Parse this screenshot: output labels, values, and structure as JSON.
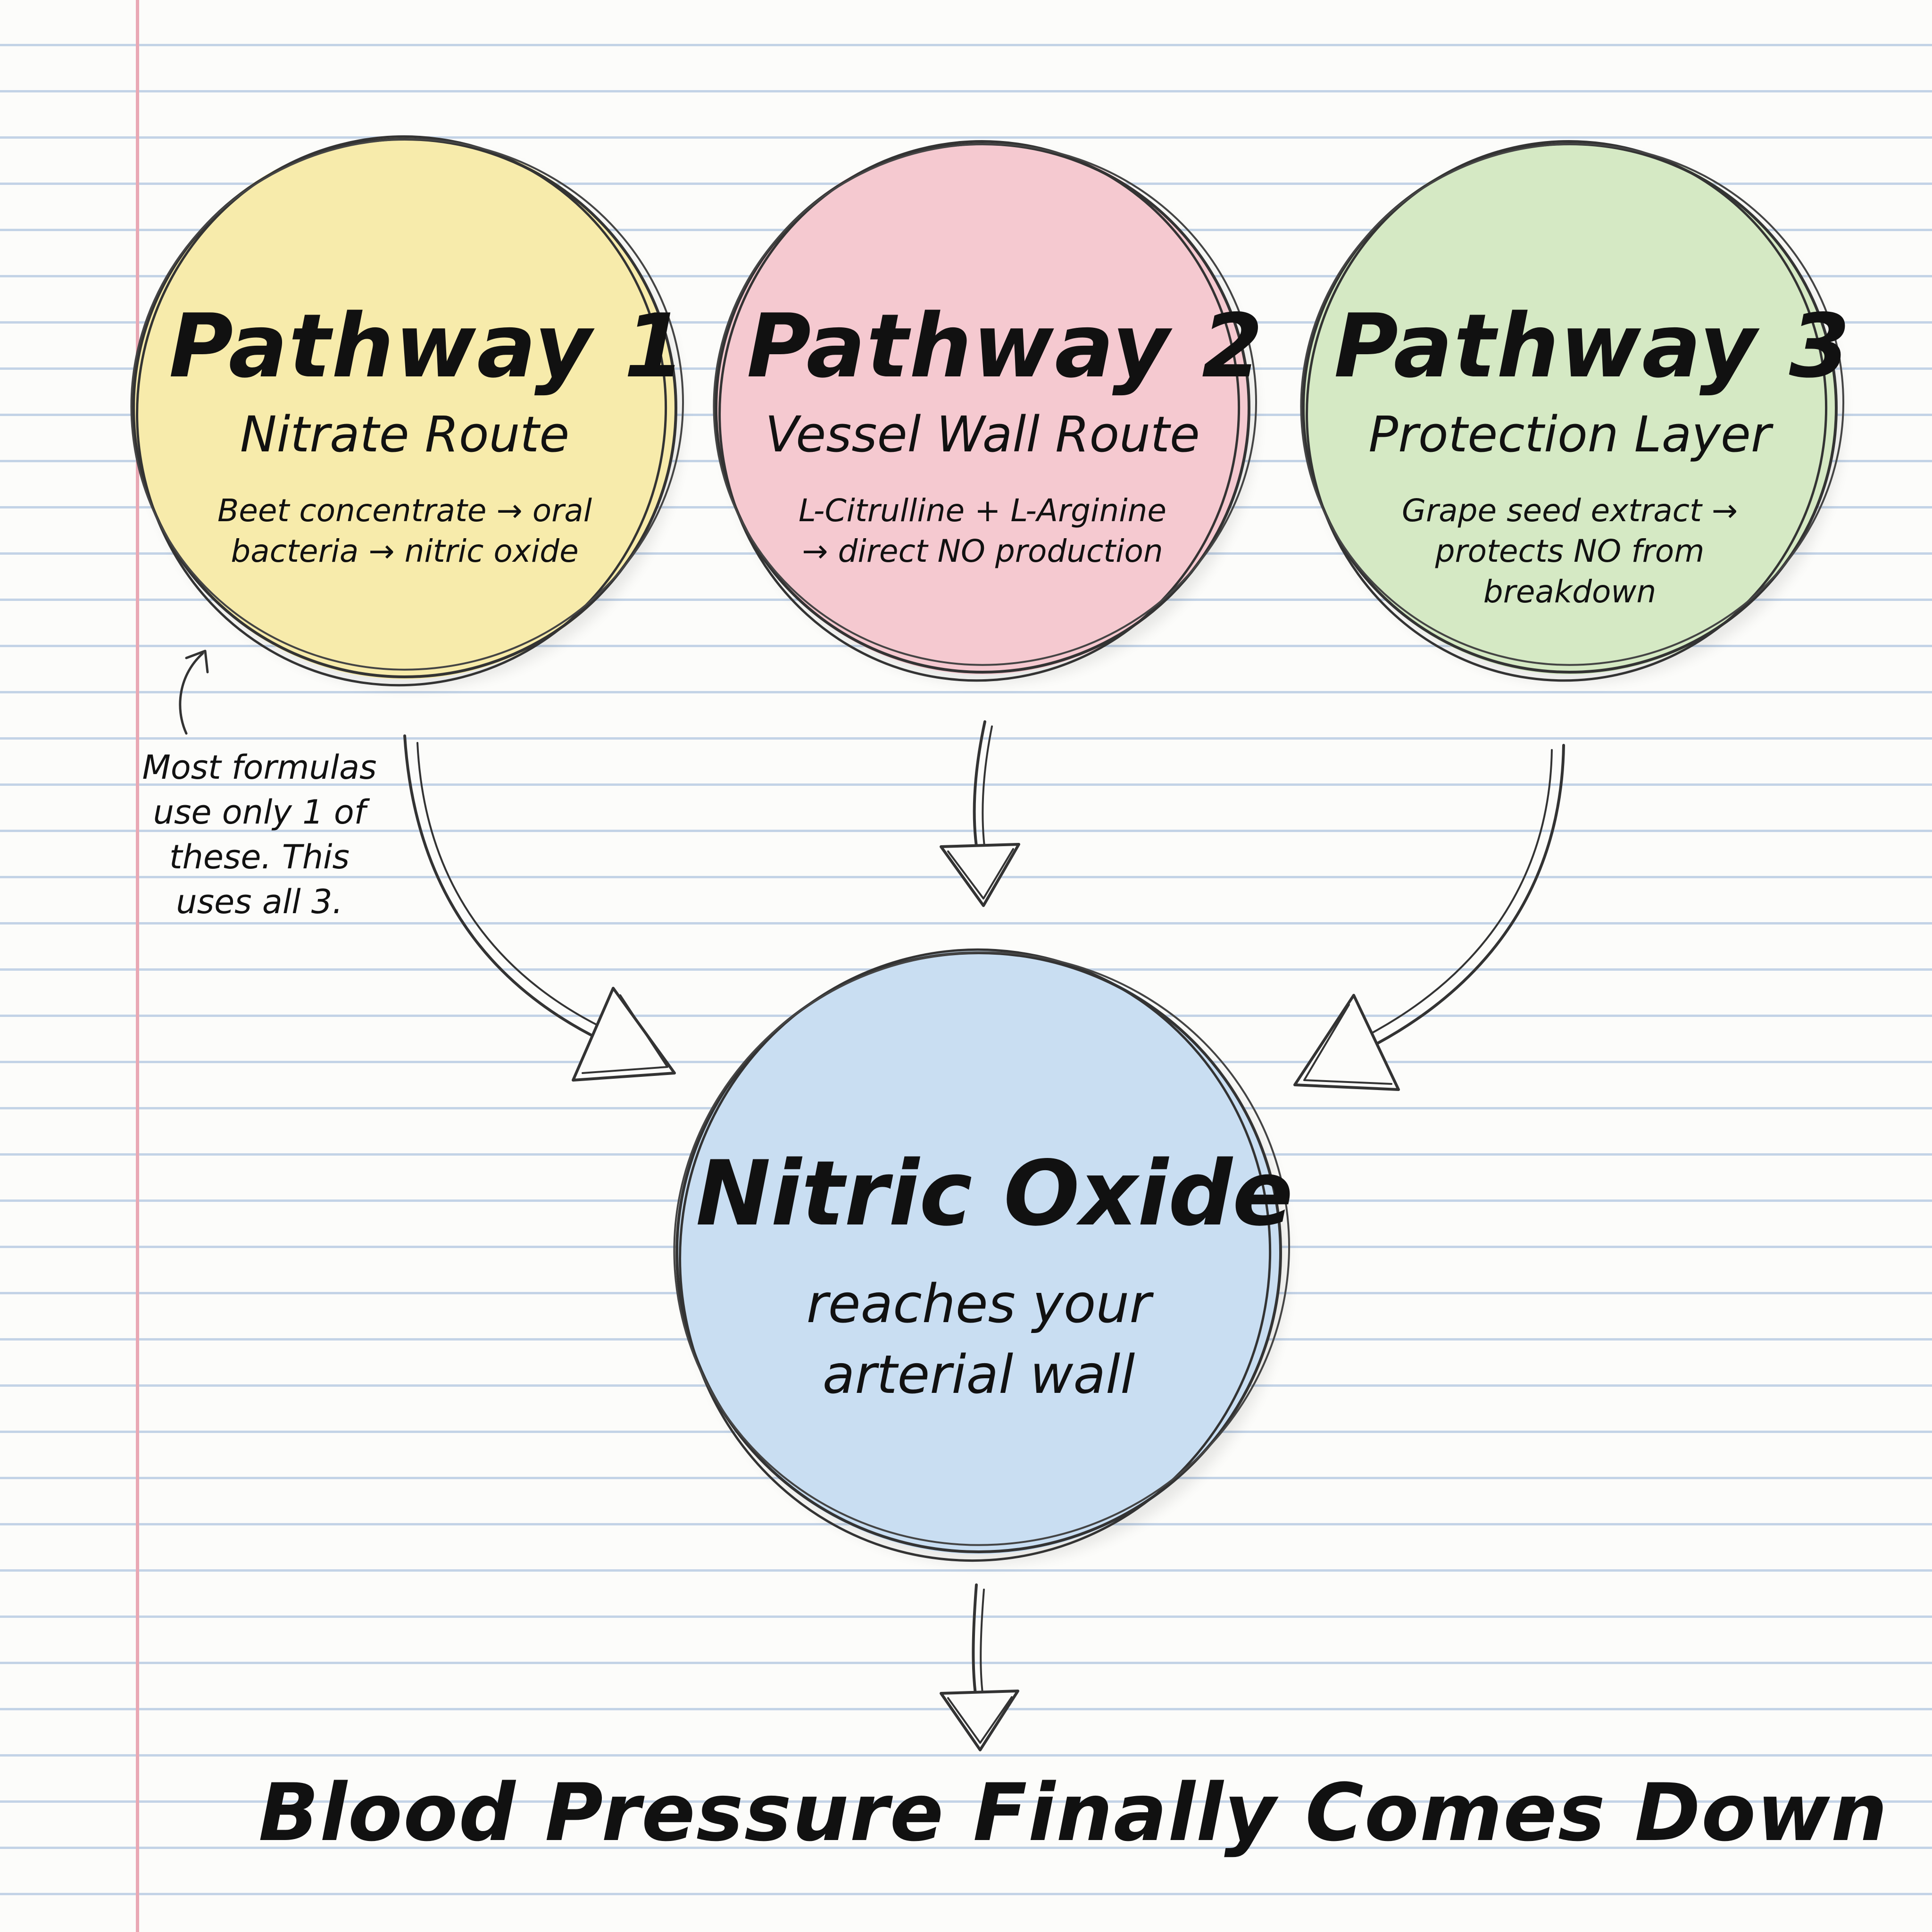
{
  "pathways": [
    {
      "title": "Pathway 1",
      "subtitle": "Nitrate Route",
      "desc": "Beet concentrate → oral bacteria → nitric oxide",
      "color": "#f7ebab"
    },
    {
      "title": "Pathway 2",
      "subtitle": "Vessel Wall Route",
      "desc": "L-Citrulline + L-Arginine → direct NO production",
      "color": "#f5c9d0"
    },
    {
      "title": "Pathway 3",
      "subtitle": "Protection Layer",
      "desc": "Grape seed extract → protects NO from breakdown",
      "color": "#d5e9c4"
    }
  ],
  "center": {
    "title": "Nitric Oxide",
    "subtitle": "reaches your arterial wall",
    "color": "#c9def2"
  },
  "note": "Most formulas use only 1 of these. This uses all 3.",
  "result": "Blood Pressure Finally Comes Down",
  "colors": {
    "ink": "#333333",
    "margin_line": "#e9a8b4",
    "rule_line": "#c3d3e6"
  }
}
